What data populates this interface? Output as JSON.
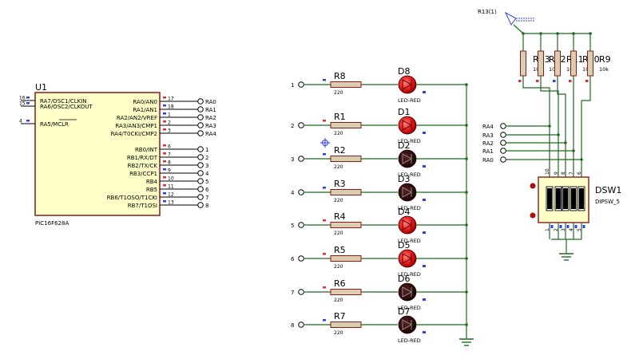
{
  "colors": {
    "wire": "#1f6b1f",
    "outline": "#8b1a1a",
    "chip_fill": "#ffffc8",
    "resistor_fill": "#d9cfb0",
    "led_on": "#e62020",
    "led_off": "#2a0a0a",
    "pin_red": "#e03030",
    "pin_blue": "#3040e0",
    "text": "#000000"
  },
  "mcu": {
    "ref": "U1",
    "part": "PIC16F628A",
    "left_pins": [
      {
        "num": "16",
        "label": "RA7/OSC1/CLKIN"
      },
      {
        "num": "15",
        "label": "RA6/OSC2/CLKOUT"
      },
      {
        "num": "4",
        "label": "RA5/MCLR"
      }
    ],
    "right_pins": [
      {
        "num": "17",
        "label": "RA0/AN0",
        "net": "RA0"
      },
      {
        "num": "18",
        "label": "RA1/AN1",
        "net": "RA1"
      },
      {
        "num": "1",
        "label": "RA2/AN2/VREF",
        "net": "RA2"
      },
      {
        "num": "2",
        "label": "RA3/AN3/CMP1",
        "net": "RA3"
      },
      {
        "num": "3",
        "label": "RA4/T0CKI/CMP2",
        "net": "RA4"
      },
      {
        "num": "6",
        "label": "RB0/INT",
        "net": "1"
      },
      {
        "num": "7",
        "label": "RB1/RX/DT",
        "net": "2"
      },
      {
        "num": "8",
        "label": "RB2/TX/CK",
        "net": "3"
      },
      {
        "num": "9",
        "label": "RB3/CCP1",
        "net": "4"
      },
      {
        "num": "10",
        "label": "RB4",
        "net": "5"
      },
      {
        "num": "11",
        "label": "RB5",
        "net": "6"
      },
      {
        "num": "12",
        "label": "RB6/T1OSO/T1CKI",
        "net": "7"
      },
      {
        "num": "13",
        "label": "RB7/T1OSI",
        "net": "8"
      }
    ]
  },
  "led_rows": [
    {
      "net": "1",
      "res": "R8",
      "val": "220",
      "led": "D8",
      "type": "LED-RED",
      "on": true
    },
    {
      "net": "2",
      "res": "R1",
      "val": "220",
      "led": "D1",
      "type": "LED-RED",
      "on": true
    },
    {
      "net": "3",
      "res": "R2",
      "val": "220",
      "led": "D2",
      "type": "LED-RED",
      "on": false
    },
    {
      "net": "4",
      "res": "R3",
      "val": "220",
      "led": "D3",
      "type": "LED-RED",
      "on": false
    },
    {
      "net": "5",
      "res": "R4",
      "val": "220",
      "led": "D4",
      "type": "LED-RED",
      "on": true
    },
    {
      "net": "6",
      "res": "R5",
      "val": "220",
      "led": "D5",
      "type": "LED-RED",
      "on": true
    },
    {
      "net": "7",
      "res": "R6",
      "val": "220",
      "led": "D6",
      "type": "LED-RED",
      "on": false
    },
    {
      "net": "8",
      "res": "R7",
      "val": "220",
      "led": "D7",
      "type": "LED-RED",
      "on": false
    }
  ],
  "pullups": {
    "probe": "R13(1)",
    "resistors": [
      {
        "ref": "R13",
        "val": "10k"
      },
      {
        "ref": "R12",
        "val": "10k"
      },
      {
        "ref": "R11",
        "val": "10k"
      },
      {
        "ref": "R10",
        "val": "10k"
      },
      {
        "ref": "R9",
        "val": "10k"
      }
    ]
  },
  "switch_nets": [
    "RA4",
    "RA3",
    "RA2",
    "RA1",
    "RA0"
  ],
  "dipswitch": {
    "ref": "DSW1",
    "part": "DIPSW_5",
    "top_pins": [
      "10",
      "9",
      "8",
      "7",
      "6"
    ],
    "bottom_pins": [
      "1",
      "2",
      "3",
      "4",
      "5"
    ]
  }
}
